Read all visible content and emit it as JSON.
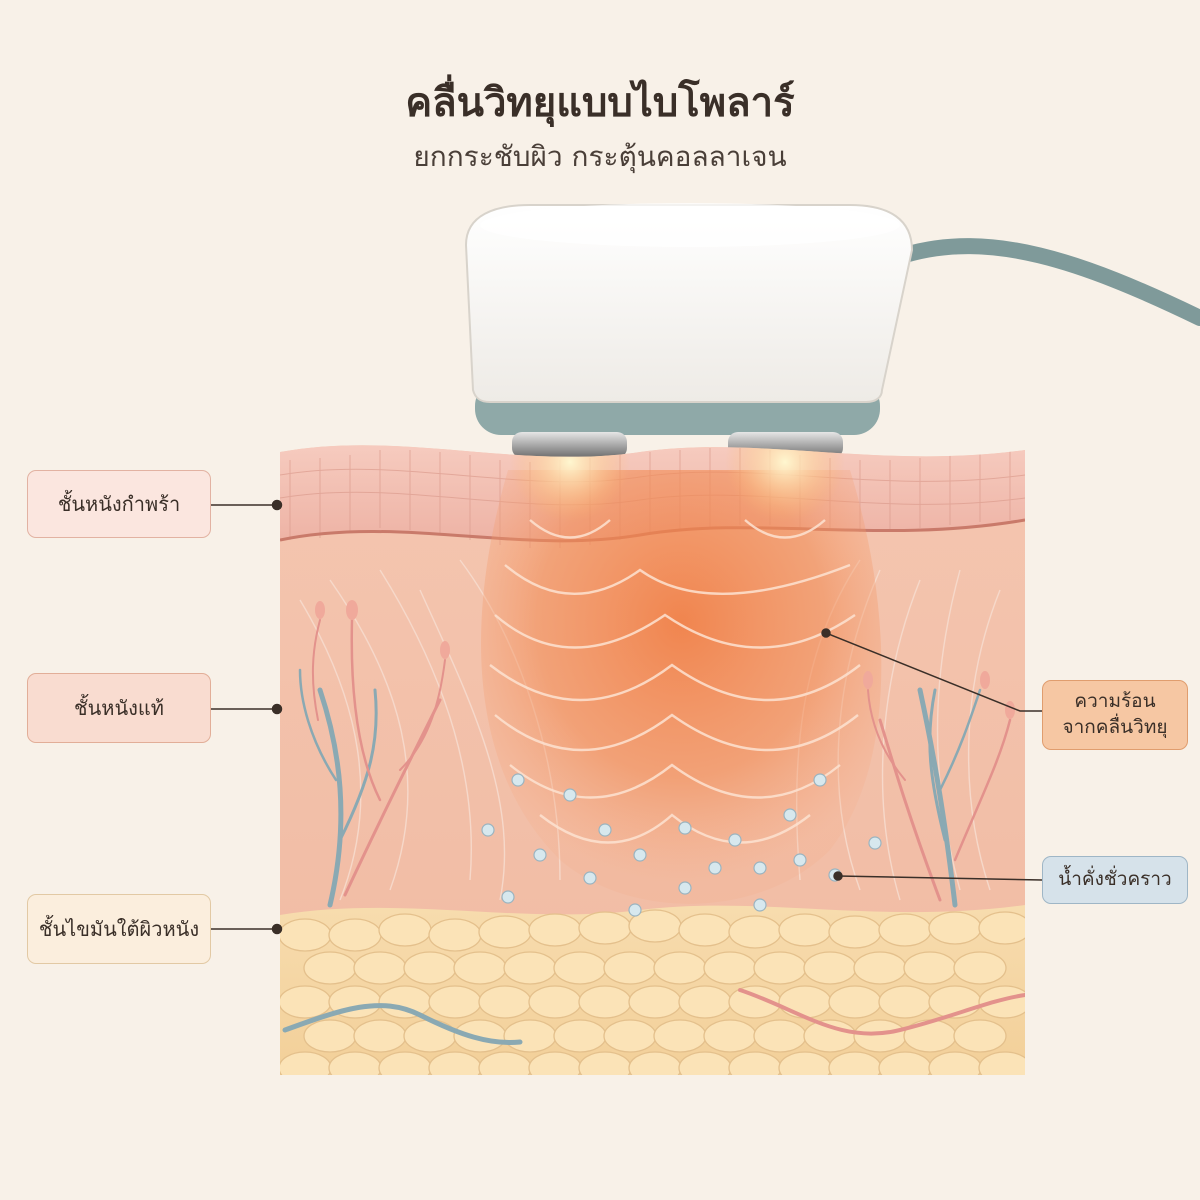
{
  "title": "คลื่นวิทยุแบบไบโพลาร์",
  "subtitle": "ยกกระชับผิว กระตุ้นคอลลาเจน",
  "labels": {
    "epidermis": "ชั้นหนังกำพร้า",
    "dermis": "ชั้นหนังแท้",
    "subcutaneous_fat": "ชั้นไขมันใต้ผิวหนัง",
    "rf_heat_line1": "ความร้อน",
    "rf_heat_line2": "จากคลื่นวิทยุ",
    "temporary_fluid": "น้ำคั่งชั่วคราว"
  },
  "colors": {
    "background": "#f8f1e8",
    "epidermis": "#f2c3b8",
    "dermis": "#f3c2aa",
    "fat": "#f6d7a6",
    "heat": "#f08a52",
    "device_band": "#8fa9a8",
    "vessel_blue": "#8aa9b3",
    "vessel_red": "#e3928c"
  }
}
